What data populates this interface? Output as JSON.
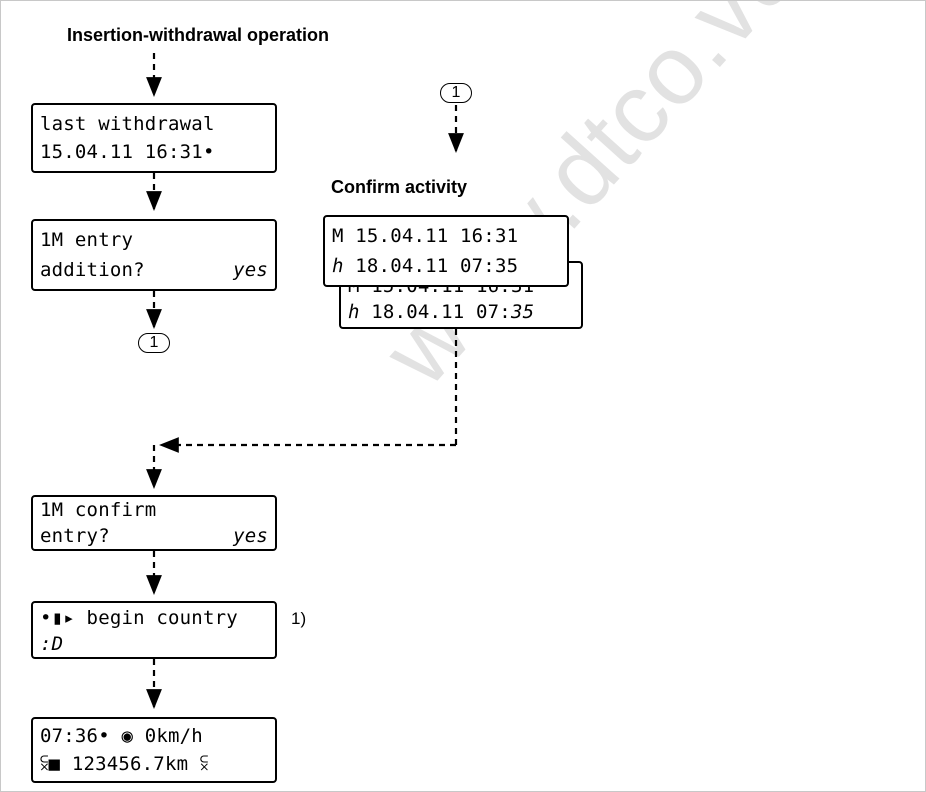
{
  "watermark": "www.dtco.vdo",
  "headings": {
    "main": "Insertion-withdrawal operation",
    "confirm": "Confirm activity"
  },
  "refs": {
    "circle_1": "1",
    "footnote": "1)"
  },
  "screens": {
    "last_withdrawal": {
      "line1": "last withdrawal",
      "line2": "15.04.11   16:31•"
    },
    "entry_addition": {
      "line1": "1M entry",
      "line2": "addition?",
      "line2_right": "yes"
    },
    "confirm_back": {
      "line1": "M 15.04.11 16:31",
      "line2": "ℎ 18.04.11 07:",
      "line2_italic": "35"
    },
    "confirm_front": {
      "line1": "M 15.04.11 16:31",
      "line2": "ℎ 18.04.11 07:35"
    },
    "confirm_entry": {
      "line1": "1M confirm",
      "line2": "entry?",
      "line2_right": "yes"
    },
    "begin_country": {
      "line1": "•▮▸ begin country",
      "line2": ":D"
    },
    "standard": {
      "line1": "07:36• ◉    0km/h",
      "line2": "⫁■ 123456.7km  ⫁"
    }
  }
}
